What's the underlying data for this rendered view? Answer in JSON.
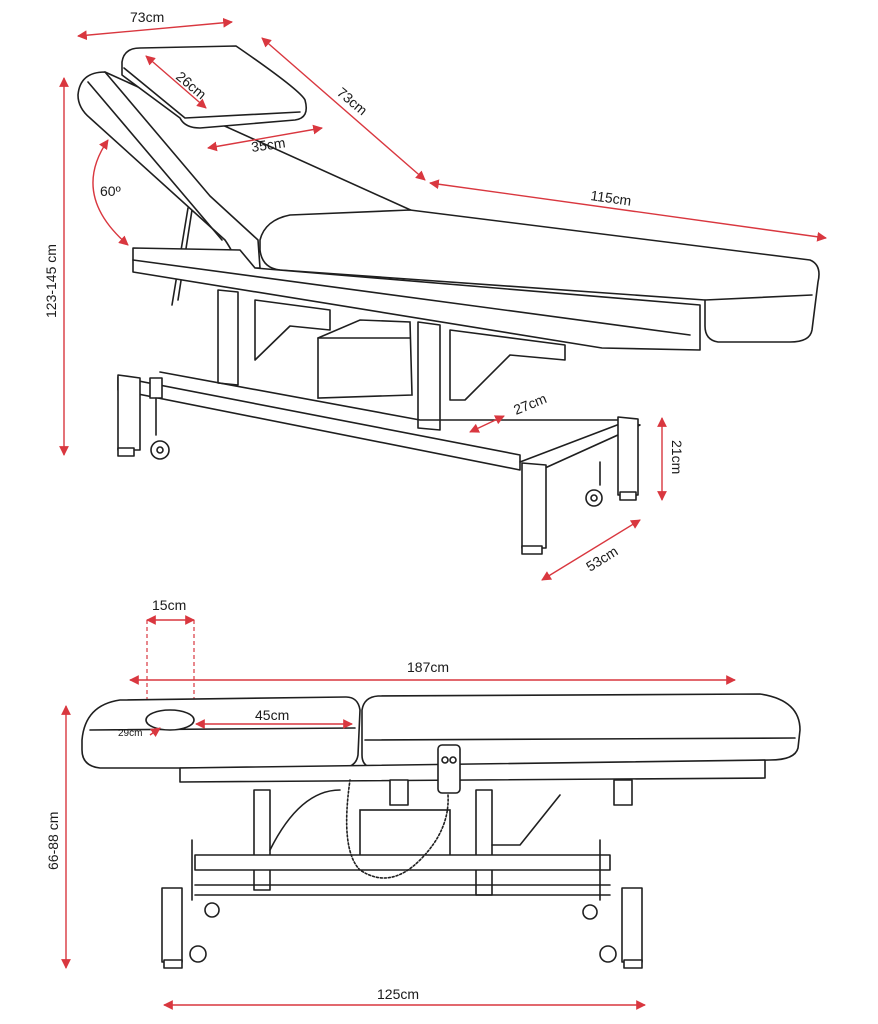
{
  "colors": {
    "dimension_line": "#d9373f",
    "outline": "#1f1f1f",
    "background": "#ffffff"
  },
  "top_view": {
    "labels": {
      "headrest_width": "73cm",
      "headrest_length": "26cm",
      "headrest_depth": "35cm",
      "backrest_length": "73cm",
      "seat_length": "115cm",
      "backrest_angle": "60º",
      "height_range": "123-145 cm",
      "frame_inset": "27cm",
      "base_height": "21cm",
      "base_width": "53cm"
    }
  },
  "side_view": {
    "labels": {
      "face_hole_width": "15cm",
      "total_length": "187cm",
      "face_hole_offset": "45cm",
      "face_hole_diameter": "29cm",
      "height_range": "66-88 cm",
      "base_length": "125cm"
    }
  }
}
